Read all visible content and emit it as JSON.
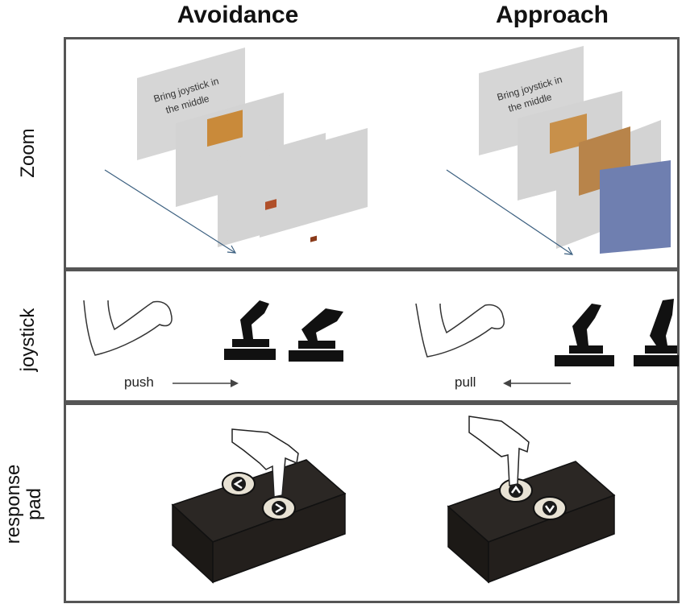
{
  "columns": {
    "left": "Avoidance",
    "right": "Approach"
  },
  "rows": {
    "zoom": "Zoom",
    "joystick": "joystick",
    "response_pad": {
      "line1": "response",
      "line2": "pad"
    }
  },
  "slides": {
    "instruction": {
      "line1": "Bring joystick in",
      "line2": "the middle"
    }
  },
  "joystick": {
    "avoid_label": "push",
    "approach_label": "pull"
  },
  "colors": {
    "border": "#555555",
    "slide": "#d6d6d6",
    "arrow": "#3c6080",
    "pad_body": "#2b2724"
  }
}
